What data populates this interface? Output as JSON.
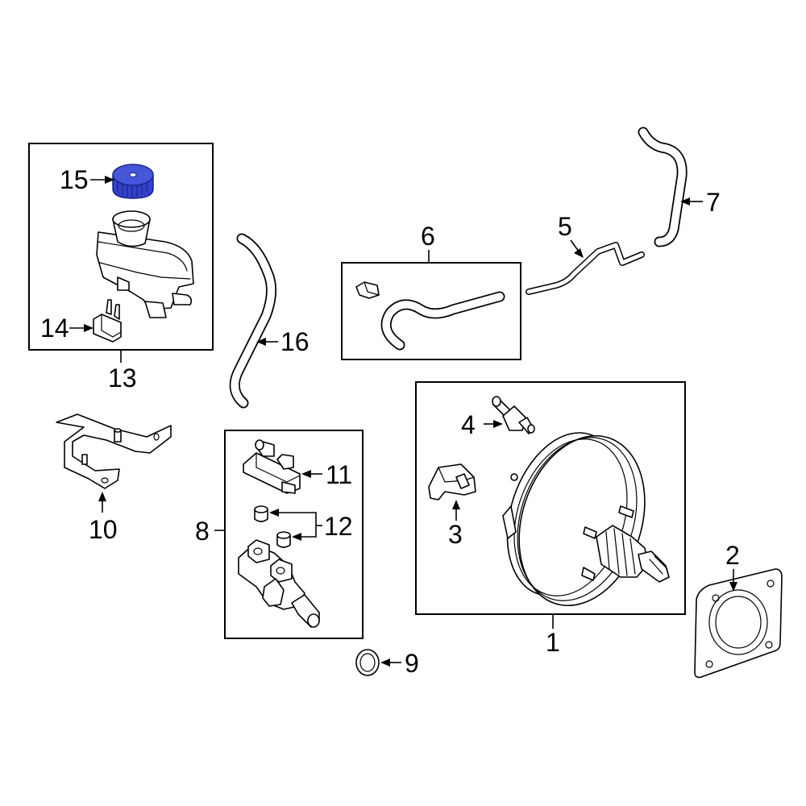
{
  "colors": {
    "line": "#000000",
    "background": "#ffffff",
    "highlight": "#3242c8",
    "highlight_dark": "#1a2590"
  },
  "callouts": {
    "c1": "1",
    "c2": "2",
    "c3": "3",
    "c4": "4",
    "c5": "5",
    "c6": "6",
    "c7": "7",
    "c8": "8",
    "c9": "9",
    "c10": "10",
    "c11": "11",
    "c12": "12",
    "c13": "13",
    "c14": "14",
    "c15": "15",
    "c16": "16"
  },
  "highlighted_part": "15"
}
